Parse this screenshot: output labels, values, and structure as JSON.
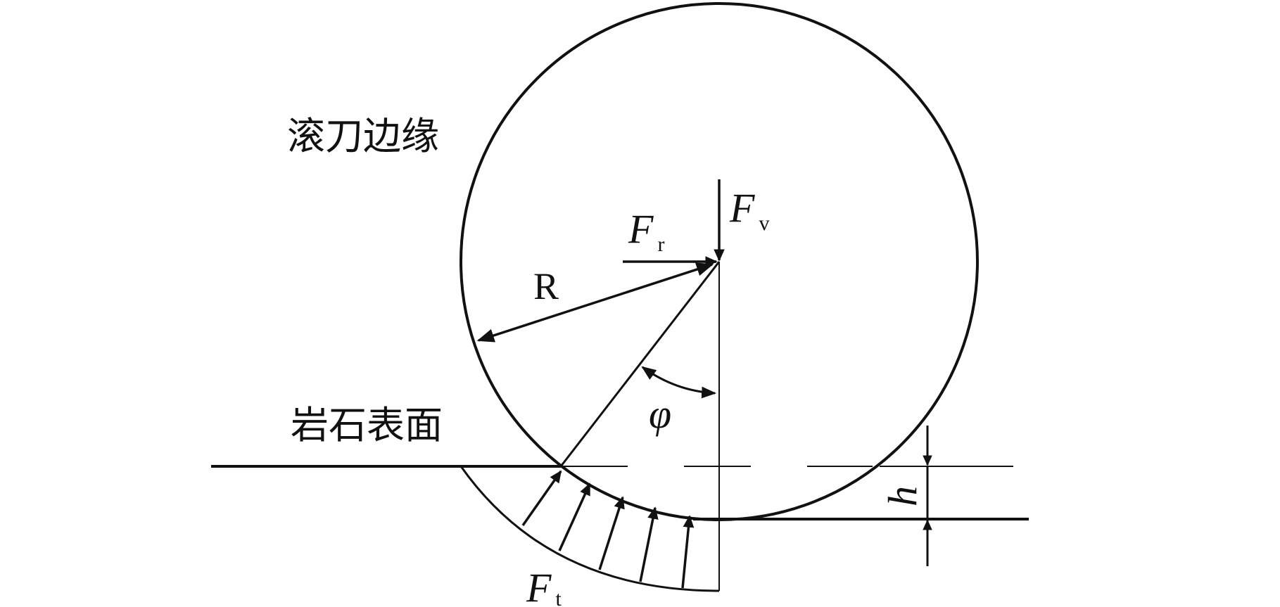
{
  "labels": {
    "cutter_edge": "滚刀边缘",
    "rock_surface": "岩石表面"
  },
  "symbols": {
    "Fv": {
      "main": "F",
      "sub": "v"
    },
    "Fr": {
      "main": "F",
      "sub": "r"
    },
    "Ft": {
      "main": "F",
      "sub": "t"
    },
    "R": "R",
    "phi": "φ",
    "h": "h"
  }
}
